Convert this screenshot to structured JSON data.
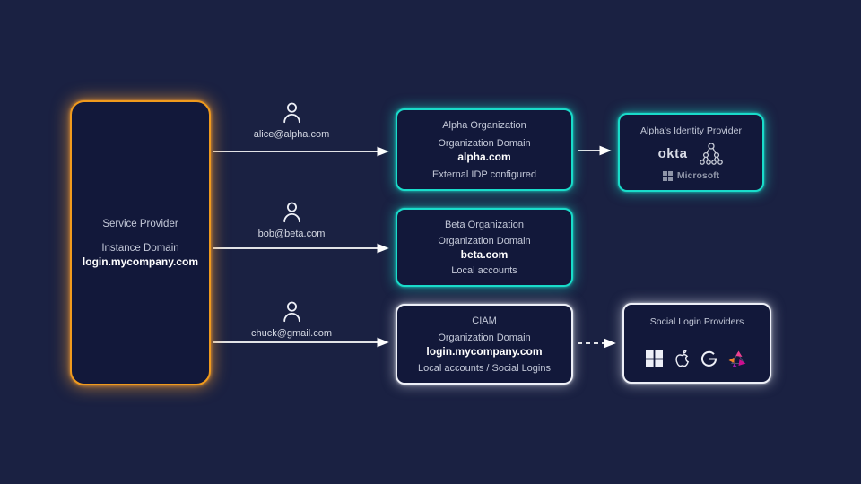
{
  "service_provider": {
    "title": "Service Provider",
    "domain_label": "Instance Domain",
    "domain": "login.mycompany.com"
  },
  "users": [
    {
      "email": "alice@alpha.com"
    },
    {
      "email": "bob@beta.com"
    },
    {
      "email": "chuck@gmail.com"
    }
  ],
  "organizations": [
    {
      "title": "Alpha Organization",
      "domain_label": "Organization Domain",
      "domain": "alpha.com",
      "note": "External IDP configured"
    },
    {
      "title": "Beta Organization",
      "domain_label": "Organization Domain",
      "domain": "beta.com",
      "note": "Local accounts"
    },
    {
      "title": "CIAM",
      "domain_label": "Organization Domain",
      "domain": "login.mycompany.com",
      "note": "Local accounts / Social Logins"
    }
  ],
  "identity_provider": {
    "title": "Alpha's Identity Provider",
    "okta_label": "okta",
    "microsoft_label": "Microsoft",
    "icons": [
      "okta-wordmark",
      "directory-tree-icon",
      "microsoft-logo"
    ]
  },
  "social_providers": {
    "title": "Social Login Providers",
    "icons": [
      "microsoft-icon",
      "apple-icon",
      "google-icon",
      "brand-triangle-logo"
    ]
  },
  "colors": {
    "background": "#1a2142",
    "box_fill": "#12183a",
    "accent_orange": "#f09a1d",
    "accent_teal": "#19dcca",
    "accent_white": "#edeff7",
    "text": "#c3c8d8",
    "bold_text": "#ffffff"
  }
}
